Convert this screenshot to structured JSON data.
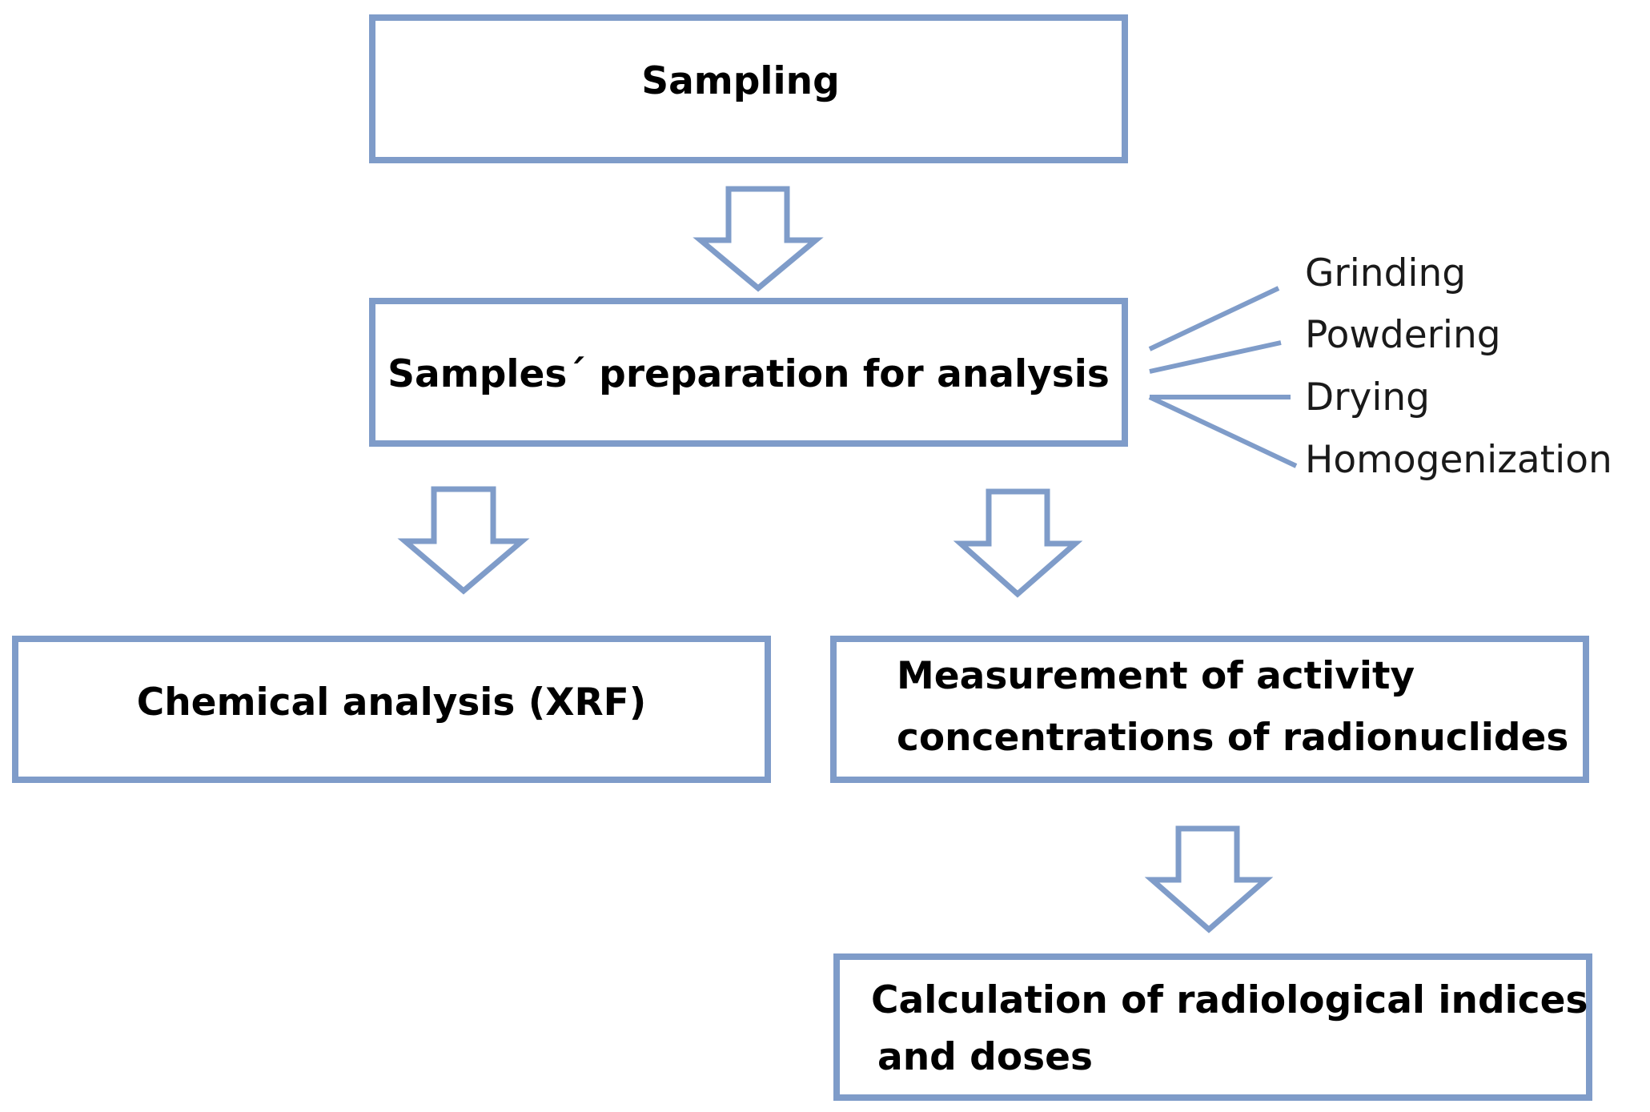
{
  "nodes": {
    "sampling": "Sampling",
    "preparation": "Samples´ preparation for analysis",
    "chemical": "Chemical analysis (XRF)",
    "measurement_line1": "Measurement of activity",
    "measurement_line2": "concentrations of radionuclides",
    "calculation_line1": "Calculation of radiological indices",
    "calculation_line2": "and doses"
  },
  "preparation_steps": [
    "Grinding",
    "Powdering",
    "Drying",
    "Homogenization"
  ],
  "colors": {
    "border": "#7f9cc9",
    "text": "#000000"
  }
}
